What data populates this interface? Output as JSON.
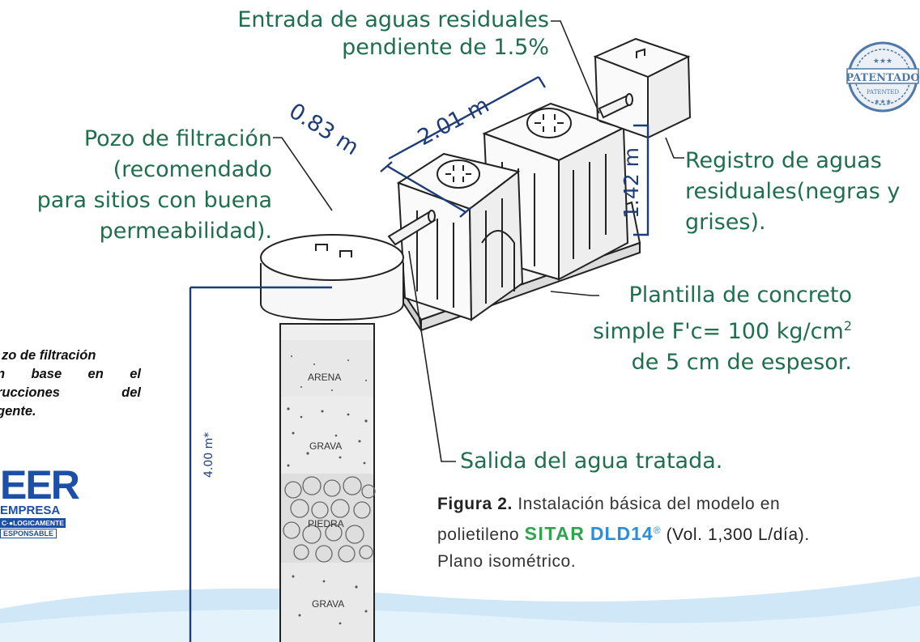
{
  "labels": {
    "inlet_line1": "Entrada de aguas residuales",
    "inlet_line2": "pendiente de 1.5%",
    "well_line1": "Pozo de filtración",
    "well_line2": "(recomendado",
    "well_line3": "para sitios con buena",
    "well_line4": "permeabilidad).",
    "register_line1": "Registro de aguas",
    "register_line2": "residuales(negras y",
    "register_line3": "grises).",
    "base_line1": "Plantilla de concreto",
    "base_line2": "simple F'c= 100 kg/cm",
    "base_sup": "2",
    "base_line3": "de 5 cm de espesor.",
    "outlet": "Salida del agua tratada."
  },
  "dimensions": {
    "width": "0.83 m",
    "length": "2.01 m",
    "height": "1.42 m",
    "depth": "4.00 m*"
  },
  "soil_layers": [
    "ARENA",
    "GRAVA",
    "PIEDRA",
    "GRAVA"
  ],
  "note_lines": [
    "zo de filtración",
    "n base en el",
    "rucciones del",
    "gente."
  ],
  "logo": {
    "big": "EER",
    "line2": "EMPRESA",
    "line3": "C·●LOGICAMENTE",
    "line4": "ESPONSABLE"
  },
  "badge": {
    "main": "PATENTADO",
    "sub": "PATENTED"
  },
  "caption": {
    "figure": "Figura 2.",
    "text1": " Instalación básica del modelo en",
    "text2": "polietileno ",
    "brand1": "SITAR",
    "brand2": "DLD14",
    "reg": "®",
    "text3": " (Vol. 1,300 L/día).",
    "text4": "Plano isométrico."
  },
  "colors": {
    "label_green": "#1f6e4e",
    "dimension_blue": "#1d3c78",
    "wave_blue": "#cfe7f6",
    "badge_blue": "#4f79a8"
  }
}
